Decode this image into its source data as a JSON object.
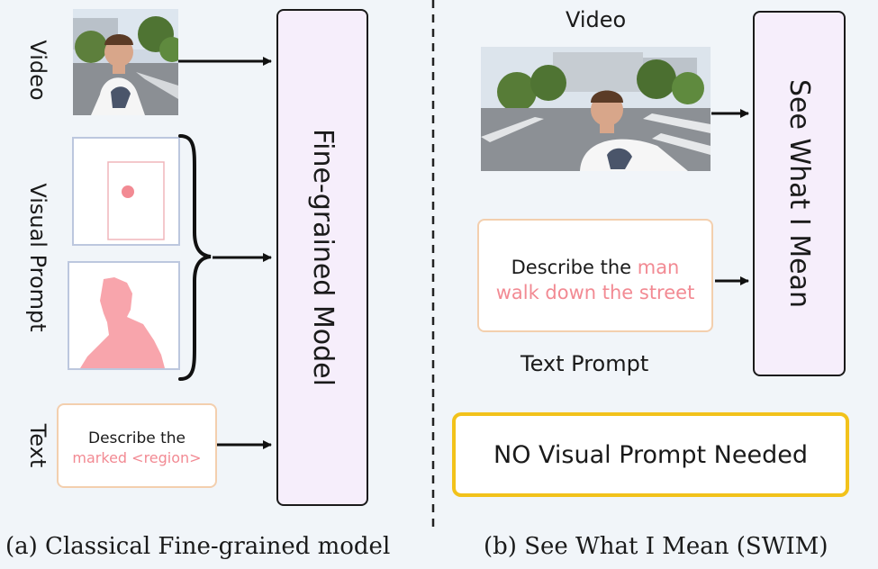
{
  "left": {
    "labels": {
      "video": "Video",
      "visual_prompt": "Visual Prompt",
      "text": "Text"
    },
    "model_label": "Fine-grained Model",
    "text_prompt": {
      "line1": "Describe the",
      "line2": "marked <region>"
    },
    "caption": "(a) Classical Fine-grained model"
  },
  "right": {
    "video_label": "Video",
    "model_label": "See What I Mean",
    "text_prompt": {
      "line1_plain": "Describe the",
      "line1_pink": "man",
      "line2": "walk down the street"
    },
    "text_prompt_label": "Text Prompt",
    "note": "NO Visual Prompt Needed",
    "caption": "(b) See What I Mean (SWIM)"
  },
  "colors": {
    "accent_pink": "#f28a93",
    "prompt_border": "#f3cfae",
    "model_fill": "#f6eefb",
    "note_border": "#f2c21b",
    "thumb_border": "#bcc7de",
    "background": "#f1f5f9"
  }
}
